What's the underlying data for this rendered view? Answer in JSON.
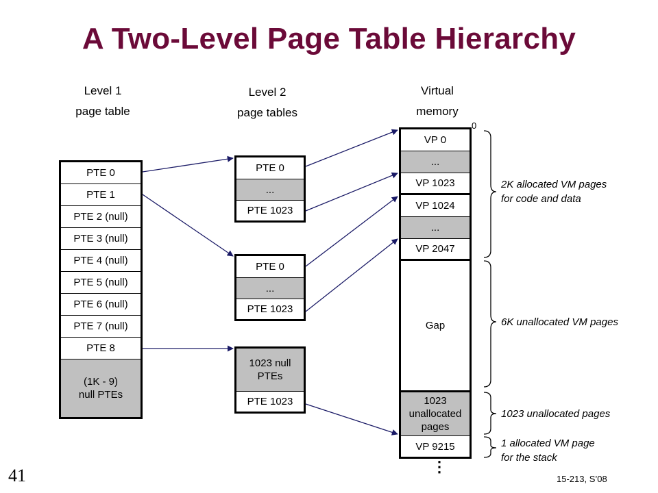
{
  "title": "A Two-Level Page Table Hierarchy",
  "headers": {
    "level1": [
      "Level 1",
      "page table"
    ],
    "level2": [
      "Level 2",
      "page tables"
    ],
    "virtual": [
      "Virtual",
      "memory"
    ]
  },
  "level1_table": [
    "PTE 0",
    "PTE 1",
    "PTE 2 (null)",
    "PTE 3 (null)",
    "PTE 4 (null)",
    "PTE 5 (null)",
    "PTE 6 (null)",
    "PTE 7 (null)",
    "PTE 8"
  ],
  "level1_tail": [
    "(1K - 9)",
    "null PTEs"
  ],
  "level2_table_a": [
    "PTE 0",
    "...",
    "PTE 1023"
  ],
  "level2_table_b": [
    "PTE 0",
    "...",
    "PTE 1023"
  ],
  "level2_table_c": {
    "null_line1": "1023 null",
    "null_line2": "PTEs",
    "last": "PTE 1023"
  },
  "virtual_memory": {
    "zero": "0",
    "cells": [
      "VP 0",
      "...",
      "VP 1023",
      "VP 1024",
      "...",
      "VP 2047"
    ],
    "gap": "Gap",
    "unalloc": [
      "1023",
      "unallocated",
      "pages"
    ],
    "last": "VP 9215",
    "continuation": "⋮"
  },
  "annotations": {
    "alloc_2k": [
      "2K allocated VM pages",
      "for code and data"
    ],
    "unalloc_6k": "6K unallocated VM pages",
    "unalloc_1023": "1023 unallocated  pages",
    "stack": [
      "1 allocated VM page",
      "for the stack"
    ]
  },
  "footer": {
    "slide_number": "41",
    "course": "15-213, S’08"
  },
  "colors": {
    "title": "#6b0a38",
    "shaded_cell": "#c0c0c0",
    "arrow": "#1a1a66"
  }
}
